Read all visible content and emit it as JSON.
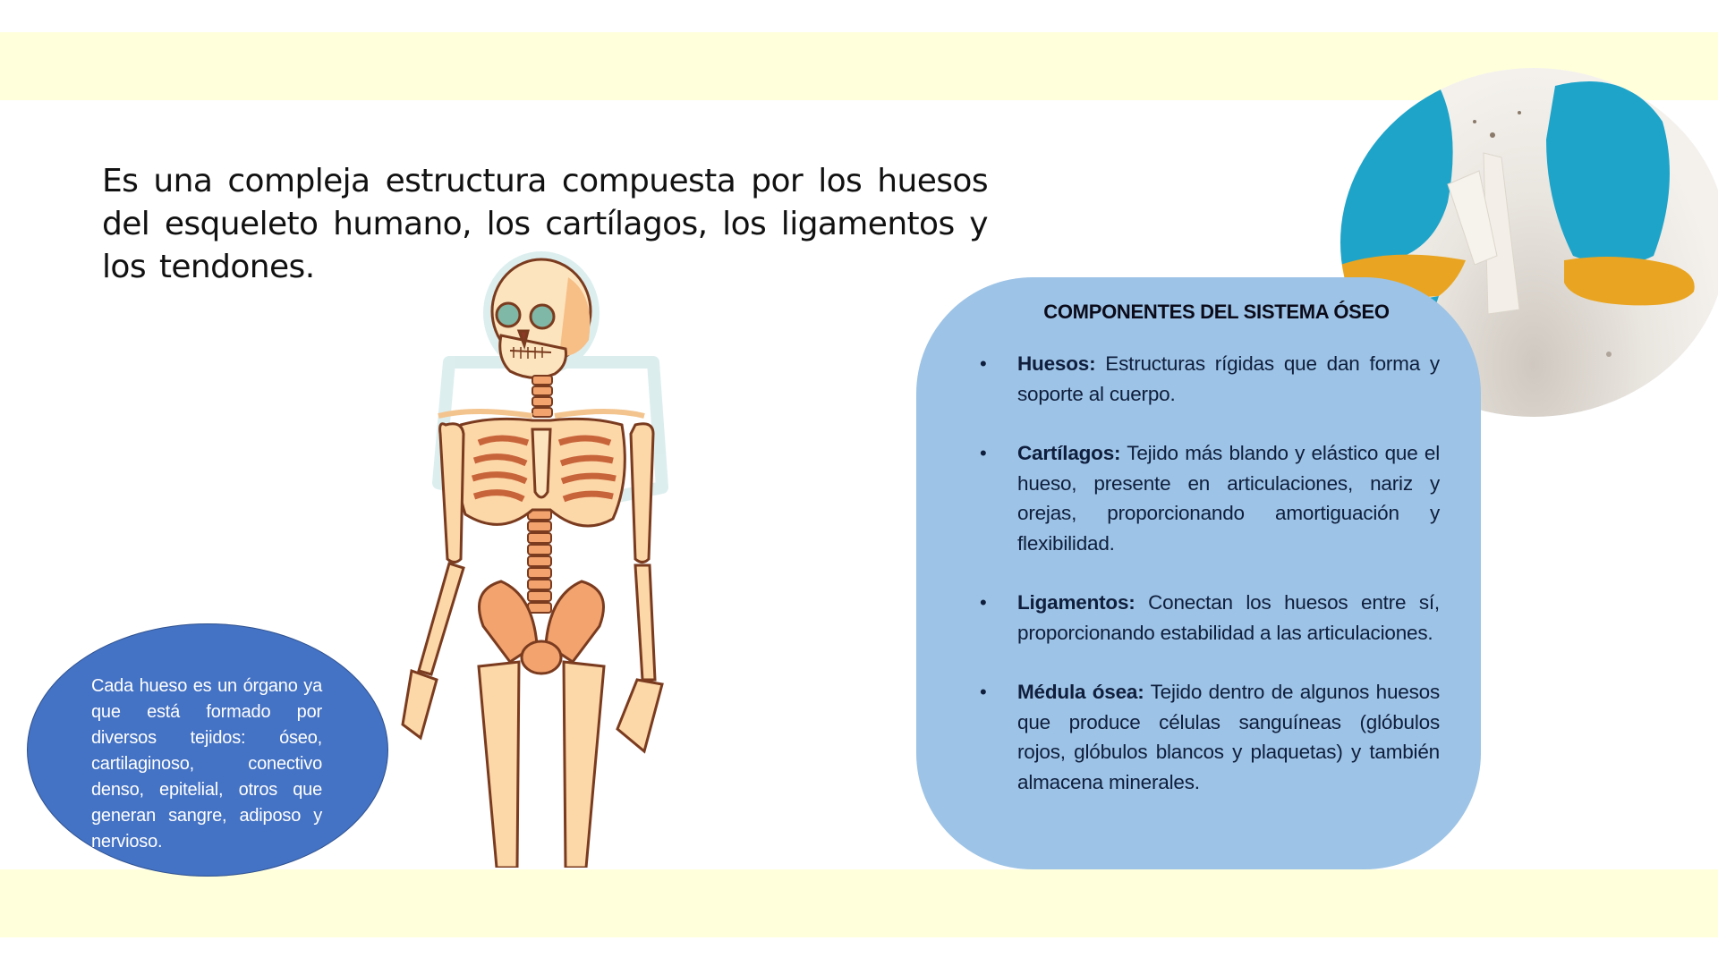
{
  "slide": {
    "intro_text": "Es una compleja estructura compuesta por los huesos del esqueleto humano, los cartílagos, los ligamentos y los tendones.",
    "colors": {
      "band": "#FFFFDC",
      "info_box": "#9DC3E6",
      "info_text": "#0F1E3C",
      "ellipse": "#4472C4",
      "ellipse_text": "#FFFFFF"
    },
    "info_box": {
      "title": "COMPONENTES DEL SISTEMA ÓSEO",
      "items": [
        {
          "term": "Huesos:",
          "description": " Estructuras rígidas que dan forma y soporte al cuerpo."
        },
        {
          "term": "Cartílagos:",
          "description": " Tejido más blando y elástico que el hueso, presente en articulaciones, nariz y orejas, proporcionando amortiguación y flexibilidad."
        },
        {
          "term": "Ligamentos:",
          "description": "  Conectan los huesos entre sí, proporcionando estabilidad a las articulaciones."
        },
        {
          "term": "Médula ósea:",
          "description": "  Tejido dentro de algunos huesos que produce células sanguíneas (glóbulos rojos, glóbulos blancos y plaquetas) y también almacena minerales."
        }
      ]
    },
    "ellipse_text": "Cada hueso es un órgano ya que está formado por diversos tejidos: óseo, cartilaginoso, conectivo denso, epitelial, otros que generan sangre, adiposo y nervioso.",
    "images": {
      "skeleton": "skeleton-illustration",
      "knee": "knee-joint-photo"
    }
  }
}
